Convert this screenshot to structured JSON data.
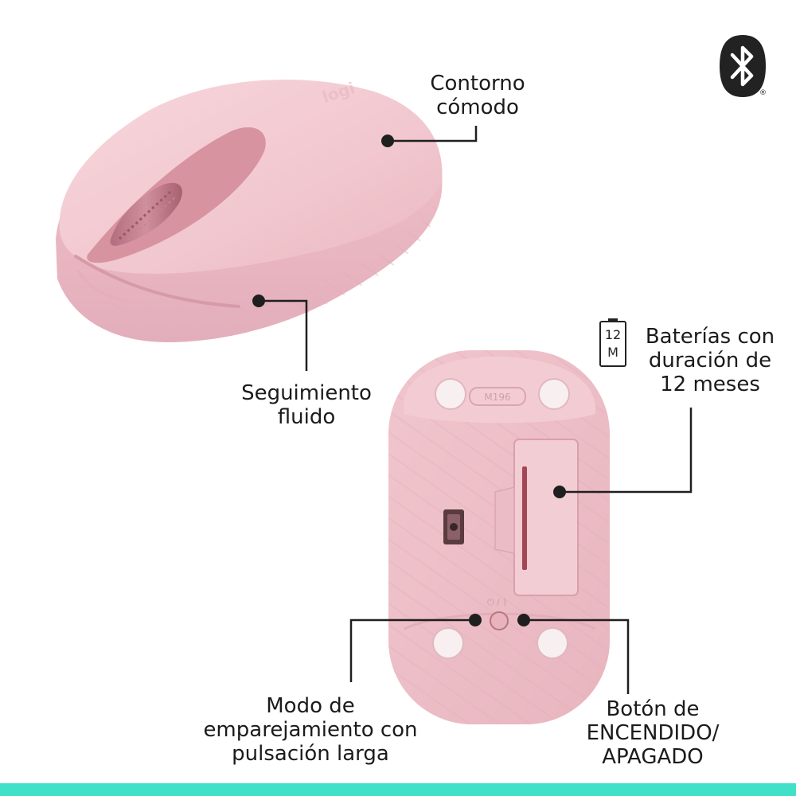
{
  "features": {
    "contour": {
      "line1": "Contorno",
      "line2": "cómodo"
    },
    "tracking": {
      "line1": "Seguimiento",
      "line2": "fluido"
    },
    "battery": {
      "line1": "Baterías con",
      "line2": "duración de",
      "line3": "12 meses"
    },
    "pairing": {
      "line1": "Modo de",
      "line2": "emparejamiento con",
      "line3": "pulsación larga"
    },
    "power": {
      "line1": "Botón de",
      "line2": "ENCENDIDO/",
      "line3": "APAGADO"
    }
  },
  "battery_icon": {
    "top": "12",
    "bottom": "M"
  },
  "model_text": "M196",
  "registered_mark": "®",
  "icons": [
    "bluetooth-icon",
    "battery-icon",
    "logi-logo-icon"
  ],
  "colors": {
    "mouse_pink": "#f2c8cf",
    "mouse_shadow": "#e4b0ba",
    "scroll_pink": "#c98694",
    "accent_band": "#41e0c8",
    "callout_dot": "#1f1f1f"
  }
}
